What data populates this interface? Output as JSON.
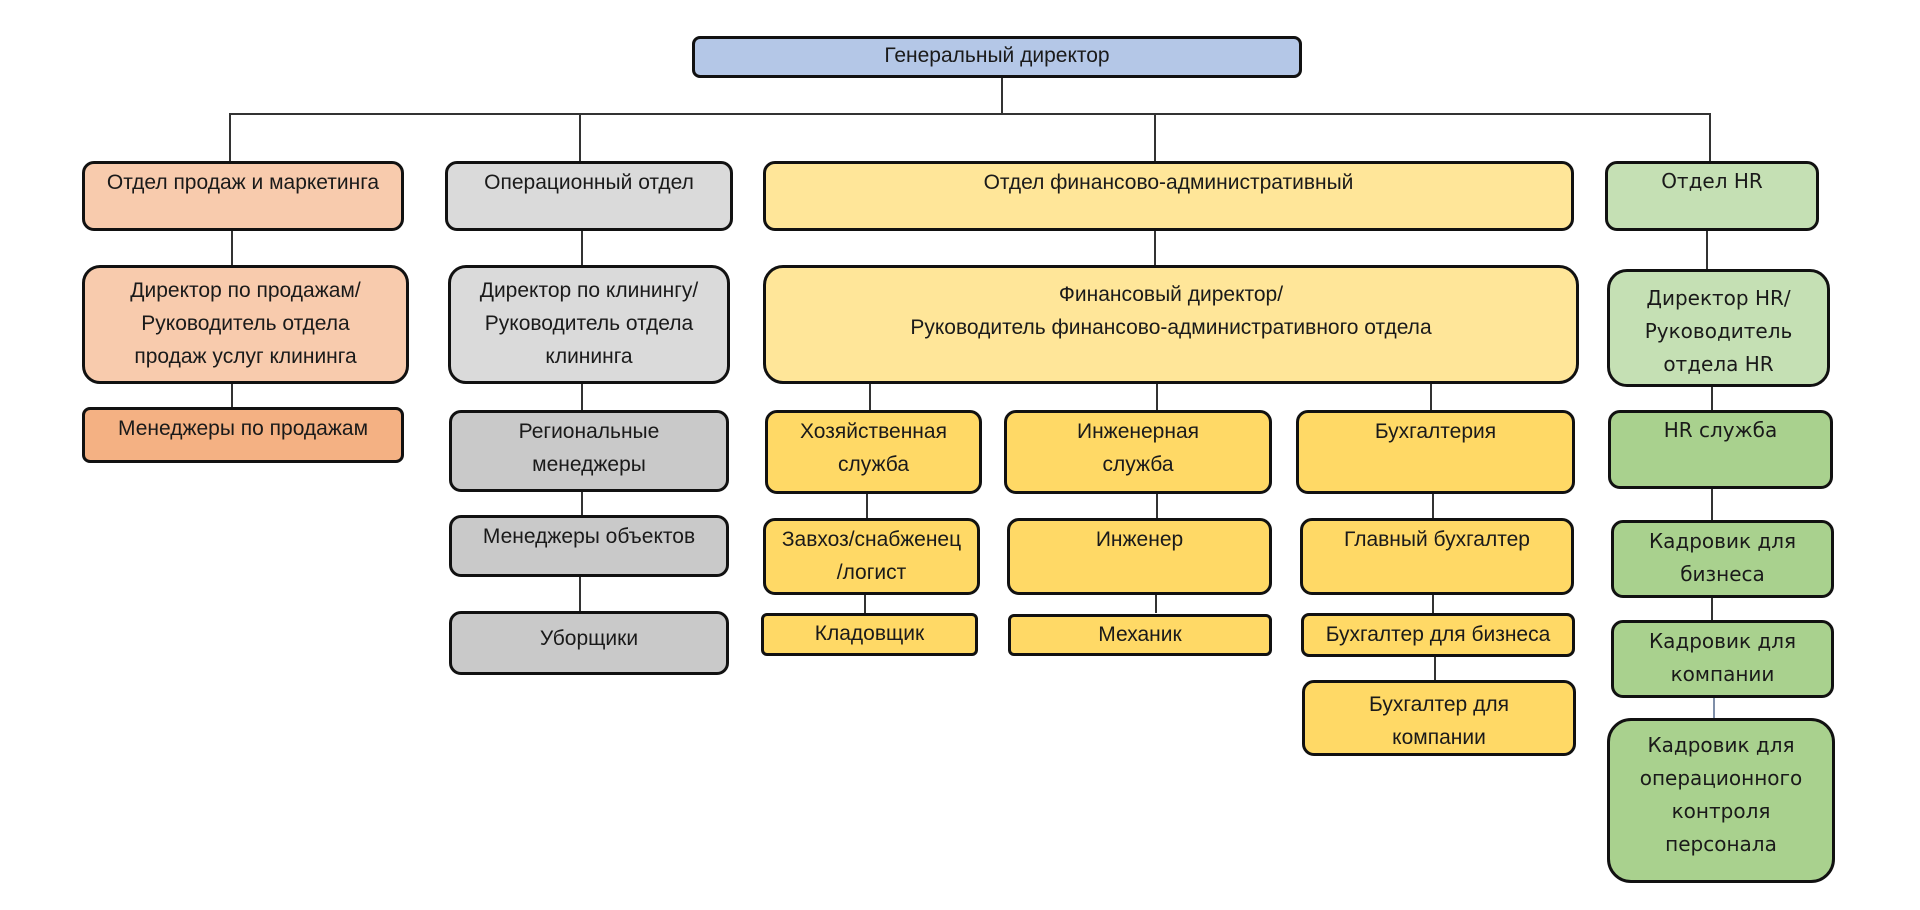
{
  "colors": {
    "ceo": "#b4c7e7",
    "sales_light": "#f8cbad",
    "sales_dark": "#f4b183",
    "ops_light": "#dadada",
    "ops_dark": "#c9c9c9",
    "fin_light": "#ffe699",
    "fin_dark": "#ffd966",
    "hr_light": "#c5e0b4",
    "hr_dark": "#a9d18e"
  },
  "ceo": {
    "label": "Генеральный директор"
  },
  "sales": {
    "department": "Отдел продаж и маркетинга",
    "director": "Директор по продажам/\nРуководитель отдела\nпродаж услуг клининга",
    "managers": "Менеджеры по продажам"
  },
  "operations": {
    "department": "Операционный отдел",
    "director": "Директор по клинингу/\nРуководитель отдела\nклининга",
    "regional_managers": "Региональные\nменеджеры",
    "object_managers": "Менеджеры объектов",
    "cleaners": "Уборщики"
  },
  "finance": {
    "department": "Отдел финансово-административный",
    "director": "Финансовый директор/\nРуководитель финансово-административного отдела",
    "household": {
      "service": "Хозяйственная\nслужба",
      "supply": "Завхоз/снабженец\n/логист",
      "storekeeper": "Кладовщик"
    },
    "engineering": {
      "service": "Инженерная\nслужба",
      "engineer": "Инженер",
      "mechanic": "Механик"
    },
    "accounting": {
      "service": "Бухгалтерия",
      "chief": "Главный бухгалтер",
      "business": "Бухгалтер для бизнеса",
      "company": "Бухгалтер для\nкомпании"
    }
  },
  "hr": {
    "department": "Отдел HR",
    "director": "Директор HR/\nРуководитель\nотдела HR",
    "service": "HR служба",
    "business": "Кадровик для\nбизнеса",
    "company": "Кадровик для\nкомпании",
    "operational": "Кадровик для\nоперационного\nконтроля\nперсонала"
  }
}
